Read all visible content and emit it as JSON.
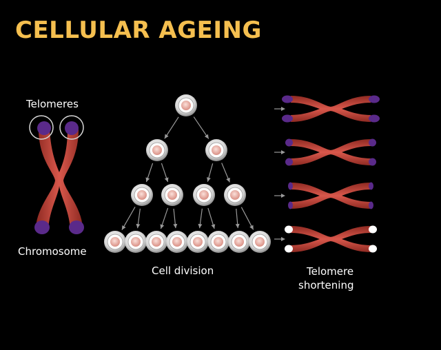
{
  "title": "CELLULAR AGEING",
  "labels": {
    "telomeres": "Telomeres",
    "chromosome": "Chromosome",
    "cell_division": "Cell division",
    "telomere_shortening_line1": "Telomere",
    "telomere_shortening_line2": "shortening"
  },
  "colors": {
    "title": "#f5bf4f",
    "chromosome": "#c8433a",
    "telomere": "#5a2a8a",
    "telomere_worn": "#ffffff",
    "cell_outer": "#b8b8b8",
    "cell_inner": "#ffffff",
    "cell_nucleus": "#f0b4aa",
    "arrow": "#9a9a9a"
  },
  "division_levels": [
    1,
    2,
    4,
    8
  ],
  "shortening_stages": [
    "full",
    "medium",
    "short",
    "worn"
  ]
}
